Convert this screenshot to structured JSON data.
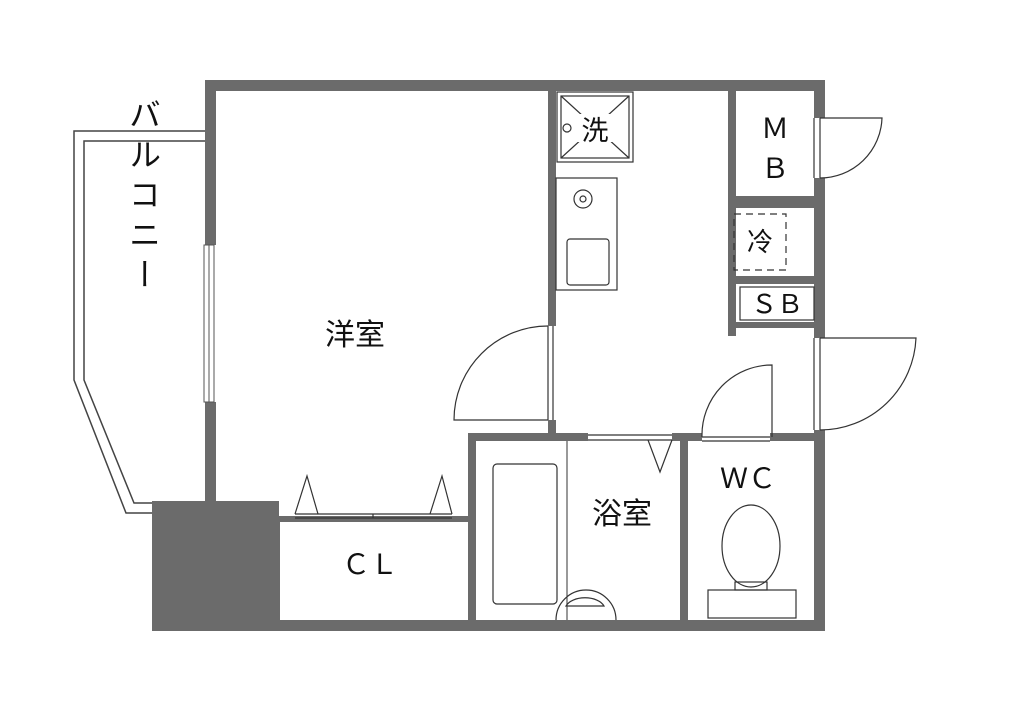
{
  "rooms": {
    "western_room": "洋室",
    "balcony": "バルコニー",
    "closet": "ＣＬ",
    "bathroom": "浴室",
    "toilet": "ＷＣ",
    "meter_box_top": "Ｍ",
    "meter_box_bottom": "Ｂ",
    "fridge_space": "冷",
    "shoe_box": "ＳＢ",
    "washer_space": "洗"
  },
  "colors": {
    "wall": "#6b6b6b",
    "pillar": "#6b6b6b",
    "line": "#333333",
    "background": "#ffffff"
  }
}
